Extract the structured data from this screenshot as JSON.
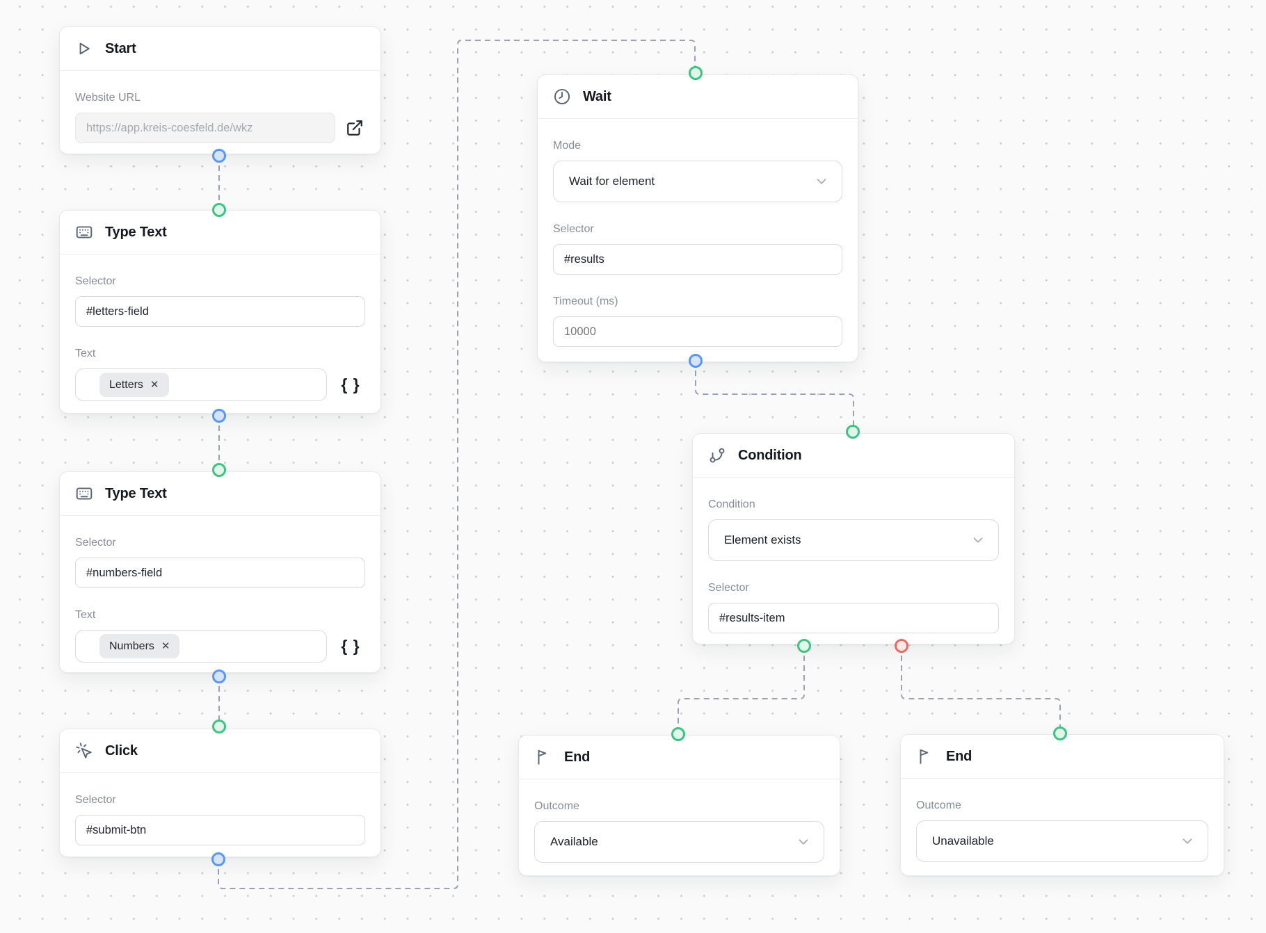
{
  "ui": {
    "chip_remove_glyph": "✕",
    "insert_variable_label": "{ }"
  },
  "colors": {
    "background": "#fafafa",
    "grid_dot": "#c9ccd1",
    "connector": "#98a2b3",
    "port_green": "#3fc380",
    "port_blue": "#5b96f0",
    "port_red": "#e96a62"
  },
  "nodes": {
    "start": {
      "title": "Start",
      "website_url_label": "Website URL",
      "website_url_value": "https://app.kreis-coesfeld.de/wkz"
    },
    "type_text_letters": {
      "title": "Type Text",
      "selector_label": "Selector",
      "selector_value": "#letters-field",
      "text_label": "Text",
      "text_chip": "Letters"
    },
    "type_text_numbers": {
      "title": "Type Text",
      "selector_label": "Selector",
      "selector_value": "#numbers-field",
      "text_label": "Text",
      "text_chip": "Numbers"
    },
    "click": {
      "title": "Click",
      "selector_label": "Selector",
      "selector_value": "#submit-btn"
    },
    "wait": {
      "title": "Wait",
      "mode_label": "Mode",
      "mode_value": "Wait for element",
      "selector_label": "Selector",
      "selector_value": "#results",
      "timeout_label": "Timeout (ms)",
      "timeout_placeholder": "10000"
    },
    "condition": {
      "title": "Condition",
      "condition_label": "Condition",
      "condition_value": "Element exists",
      "selector_label": "Selector",
      "selector_value": "#results-item"
    },
    "end_available": {
      "title": "End",
      "outcome_label": "Outcome",
      "outcome_value": "Available"
    },
    "end_unavailable": {
      "title": "End",
      "outcome_label": "Outcome",
      "outcome_value": "Unavailable"
    }
  }
}
